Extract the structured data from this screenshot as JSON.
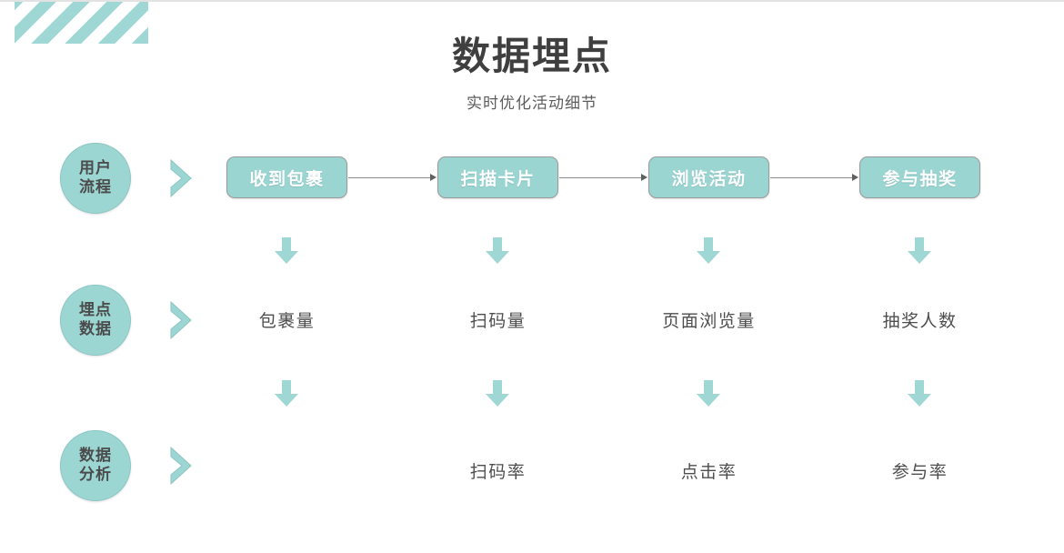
{
  "header": {
    "title": "数据埋点",
    "subtitle": "实时优化活动细节"
  },
  "decoration": {
    "stripe_block": "diagonal-stripe-block",
    "stripe_color": "#9ed7d4"
  },
  "theme": {
    "accent": "#9ad5d2",
    "accent_soft": "#9ed7d4",
    "badge_fill": "#9bd6d3",
    "box_text": "#ffffff",
    "body_text": "#4e4e4e",
    "connector": "#8e8e8e",
    "background": "#ffffff"
  },
  "rows": [
    {
      "badge": {
        "line1": "用户",
        "line2": "流程"
      },
      "chevron_icon": "chevron-right-icon"
    },
    {
      "badge": {
        "line1": "埋点",
        "line2": "数据"
      },
      "chevron_icon": "chevron-right-icon"
    },
    {
      "badge": {
        "line1": "数据",
        "line2": "分析"
      },
      "chevron_icon": "chevron-right-icon"
    }
  ],
  "flow": {
    "steps": [
      {
        "label": "收到包裹",
        "metric": "包裹量",
        "rate": ""
      },
      {
        "label": "扫描卡片",
        "metric": "扫码量",
        "rate": "扫码率"
      },
      {
        "label": "浏览活动",
        "metric": "页面浏览量",
        "rate": "点击率"
      },
      {
        "label": "参与抽奖",
        "metric": "抽奖人数",
        "rate": "参与率"
      }
    ],
    "connector_icon": "arrow-right-icon",
    "down_arrow_icon": "arrow-down-icon"
  }
}
